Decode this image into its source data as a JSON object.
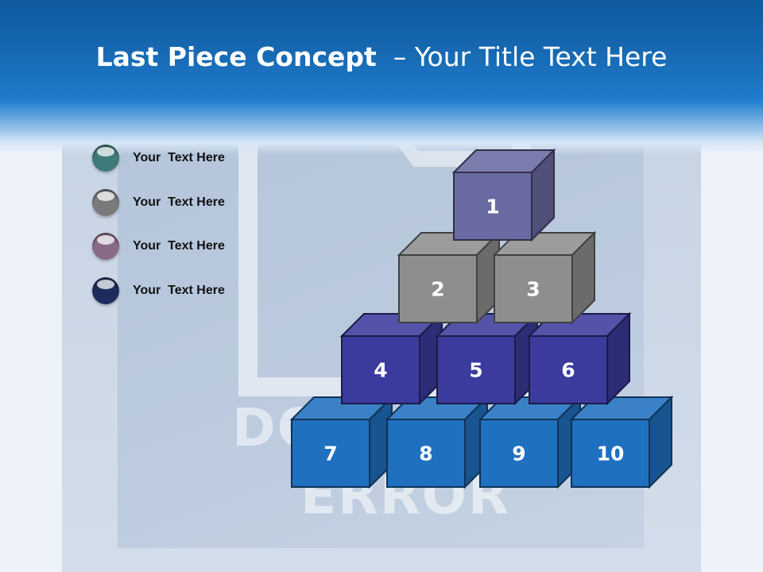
{
  "slide": {
    "title_bold": "Last Piece Concept",
    "title_rest": "  – Your Title Text Here"
  },
  "background_text": [
    "DO",
    "ERROR"
  ],
  "legend": [
    {
      "label": "Your  Text Here",
      "color": "#3f7a7a"
    },
    {
      "label": "Your  Text Here",
      "color": "#7a7a7a"
    },
    {
      "label": "Your  Text Here",
      "color": "#8a6b85"
    },
    {
      "label": "Your  Text Here",
      "color": "#1d2c5c"
    }
  ],
  "blocks": [
    {
      "label": "1",
      "row": 1,
      "color": "#6a6aa3"
    },
    {
      "label": "2",
      "row": 2,
      "color": "#8e8e8e"
    },
    {
      "label": "3",
      "row": 2,
      "color": "#8e8e8e"
    },
    {
      "label": "4",
      "row": 3,
      "color": "#3b3b9e"
    },
    {
      "label": "5",
      "row": 3,
      "color": "#3b3b9e"
    },
    {
      "label": "6",
      "row": 3,
      "color": "#3b3b9e"
    },
    {
      "label": "7",
      "row": 4,
      "color": "#2070c0"
    },
    {
      "label": "8",
      "row": 4,
      "color": "#2070c0"
    },
    {
      "label": "9",
      "row": 4,
      "color": "#2070c0"
    },
    {
      "label": "10",
      "row": 4,
      "color": "#2070c0"
    }
  ]
}
